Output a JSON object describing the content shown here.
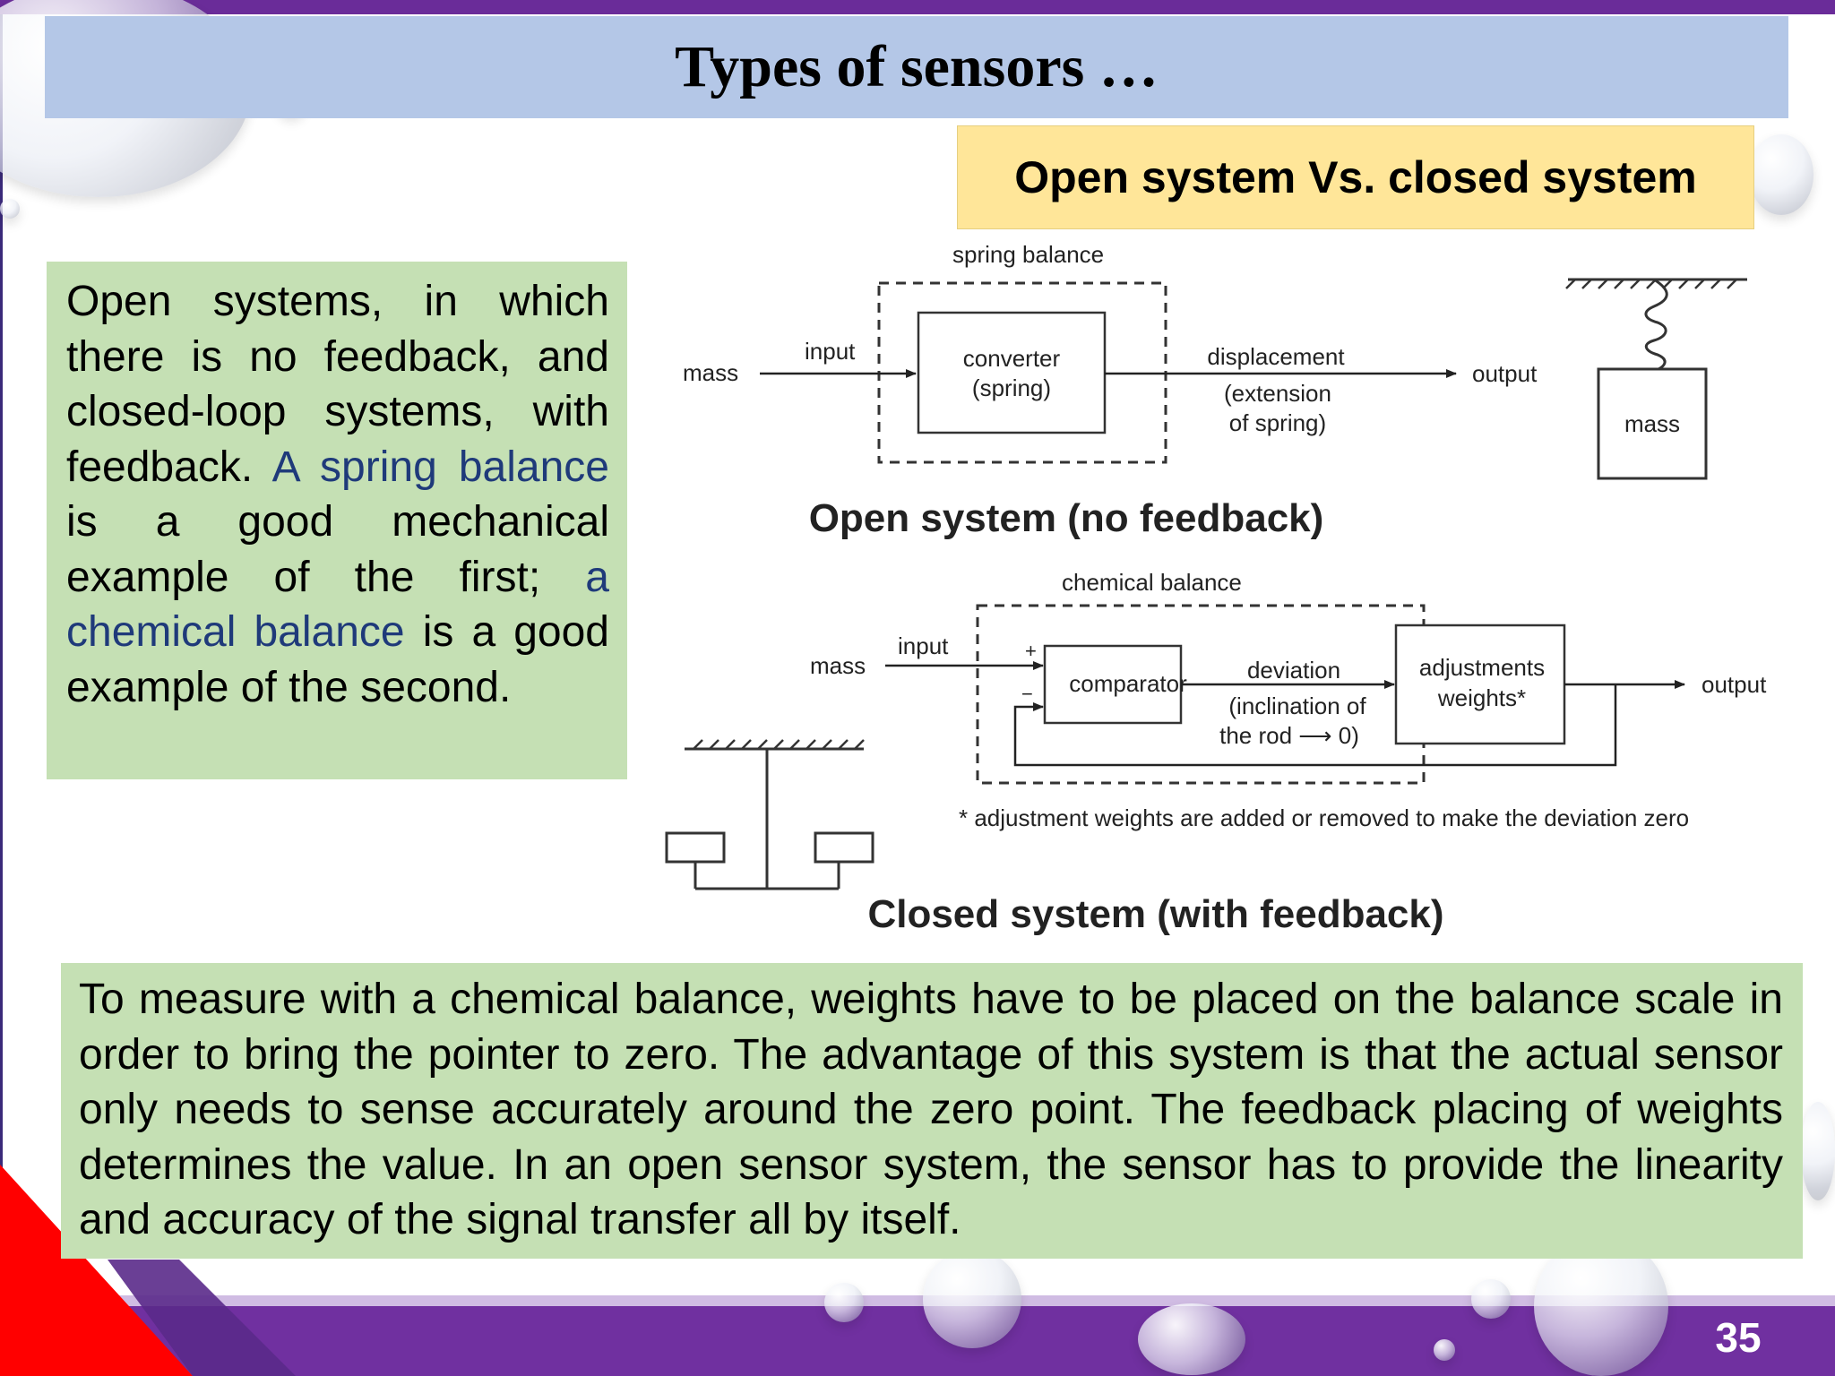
{
  "slide": {
    "title": "Types of sensors …",
    "subtitle": "Open system Vs. closed system",
    "page_number": "35"
  },
  "left_text": {
    "part1": "Open systems, in which there is no feedback, and closed-loop systems, with feedback.",
    "part2": "A spring balance",
    "part3": "is a good mechanical example of the first;",
    "part4": "a chemical balance",
    "part5": "is a good example of the second."
  },
  "bottom_text": "To measure with a chemical balance, weights have to be placed on the balance scale in order to bring the pointer to zero. The advantage of this system is that the actual sensor only needs to sense accurately around the zero point. The feedback placing of weights determines the value. In an open sensor system, the sensor has to provide the linearity and accuracy of the signal transfer all by itself.",
  "open_diagram": {
    "group_label": "spring balance",
    "mass_label": "mass",
    "input_label": "input",
    "converter_line1": "converter",
    "converter_line2": "(spring)",
    "displacement_label": "displacement",
    "extension_line1": "(extension",
    "extension_line2": "of spring)",
    "output_label": "output",
    "hanging_mass_label": "mass",
    "caption": "Open system (no feedback)"
  },
  "closed_diagram": {
    "group_label": "chemical balance",
    "mass_label": "mass",
    "input_label": "input",
    "plus_sign": "+",
    "minus_sign": "−",
    "comparator_label": "comparator",
    "deviation_label": "deviation",
    "inclination_line1": "(inclination of",
    "inclination_line2": "the rod ⟶ 0)",
    "adjust_line1": "adjustments",
    "adjust_line2": "weights*",
    "output_label": "output",
    "footnote": "* adjustment weights are added or removed to make the deviation zero",
    "caption": "Closed system (with feedback)"
  }
}
